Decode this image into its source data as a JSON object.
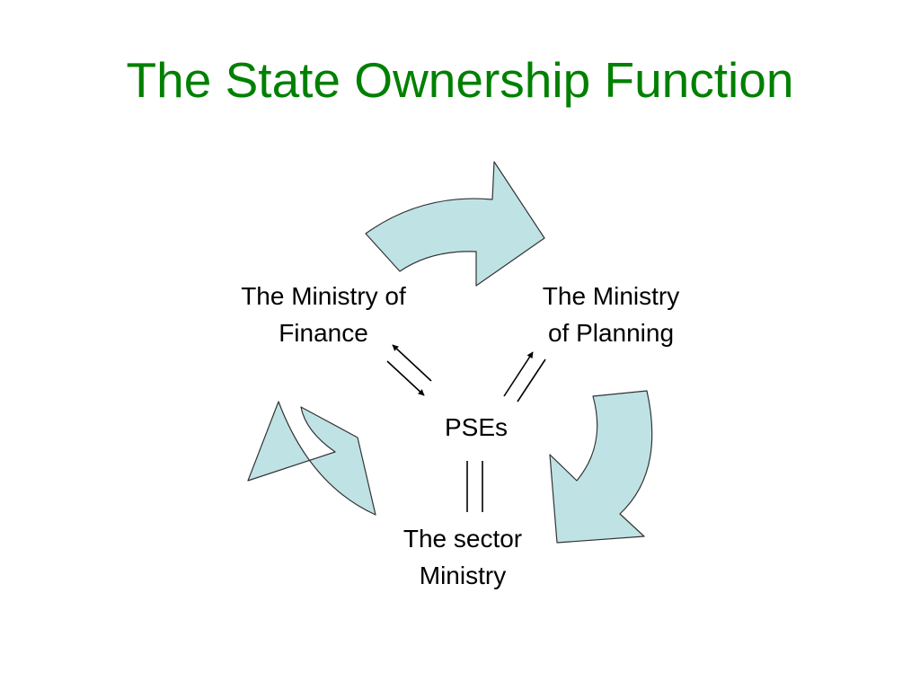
{
  "slide": {
    "title": "The State Ownership Function",
    "title_color": "#008000"
  },
  "diagram": {
    "arrow_fill": "#bfe3e5",
    "arrow_stroke": "#333333",
    "connector_color": "#000000",
    "nodes": {
      "finance": {
        "lines": [
          "The Ministry of",
          "Finance"
        ]
      },
      "planning": {
        "lines": [
          "The Ministry",
          "of Planning"
        ]
      },
      "pses": {
        "lines": [
          "PSEs"
        ]
      },
      "sector": {
        "lines": [
          "The sector",
          "Ministry"
        ]
      }
    }
  }
}
